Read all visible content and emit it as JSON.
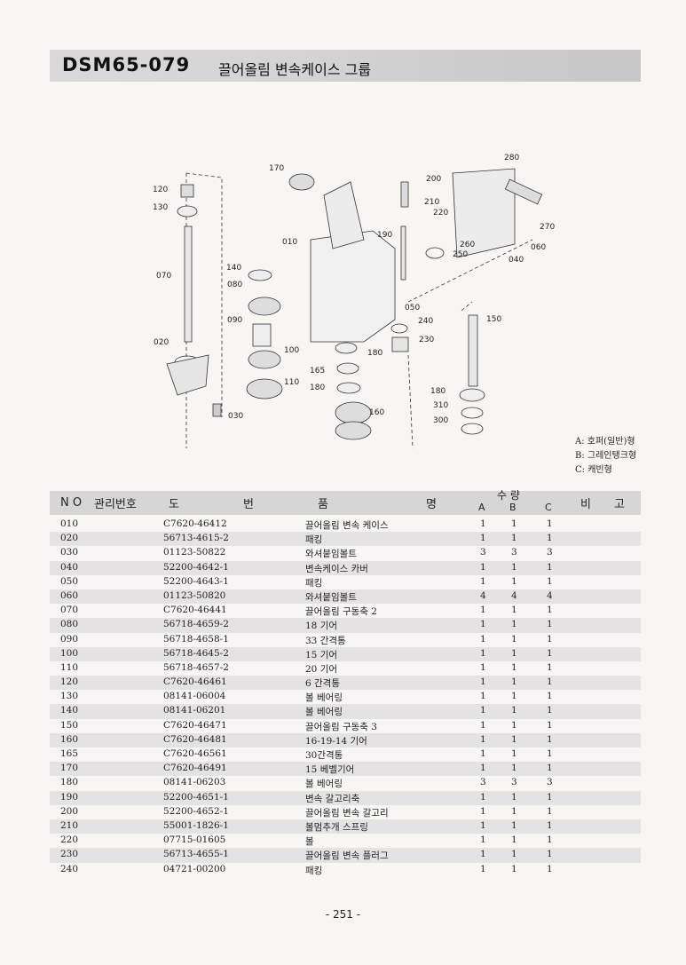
{
  "header": {
    "code": "DSM65-079",
    "title": "끌어올림 변속케이스 그룹"
  },
  "diagram": {
    "labels": [
      "280",
      "170",
      "200",
      "210",
      "220",
      "120",
      "130",
      "010",
      "190",
      "260",
      "250",
      "040",
      "060",
      "270",
      "140",
      "080",
      "070",
      "050",
      "240",
      "150",
      "090",
      "230",
      "100",
      "180",
      "165",
      "110",
      "180",
      "180",
      "310",
      "160",
      "020",
      "030",
      "300"
    ]
  },
  "legend": [
    "A: 호퍼(일반)형",
    "B: 그레인탱크형",
    "C: 캐빈형"
  ],
  "table": {
    "headers": {
      "no": "N O",
      "mgmt": "관리번호",
      "drawing_1": "도",
      "drawing_2": "번",
      "name_1": "품",
      "name_2": "명",
      "qty": "수  량",
      "a": "A",
      "b": "B",
      "c": "C",
      "remarks_1": "비",
      "remarks_2": "고"
    },
    "rows": [
      {
        "no": "010",
        "part": "C7620-46412",
        "name": "끌어올림 변속 케이스",
        "a": "1",
        "b": "1",
        "c": "1"
      },
      {
        "no": "020",
        "part": "56713-4615-2",
        "name": "패킹",
        "a": "1",
        "b": "1",
        "c": "1"
      },
      {
        "no": "030",
        "part": "01123-50822",
        "name": "와셔붙임볼트",
        "a": "3",
        "b": "3",
        "c": "3"
      },
      {
        "no": "040",
        "part": "52200-4642-1",
        "name": "변속케이스 카버",
        "a": "1",
        "b": "1",
        "c": "1"
      },
      {
        "no": "050",
        "part": "52200-4643-1",
        "name": "패킹",
        "a": "1",
        "b": "1",
        "c": "1"
      },
      {
        "no": "060",
        "part": "01123-50820",
        "name": "와셔붙임볼트",
        "a": "4",
        "b": "4",
        "c": "4"
      },
      {
        "no": "070",
        "part": "C7620-46441",
        "name": "끌어올림 구동축 2",
        "a": "1",
        "b": "1",
        "c": "1"
      },
      {
        "no": "080",
        "part": "56718-4659-2",
        "name": "18 기어",
        "a": "1",
        "b": "1",
        "c": "1"
      },
      {
        "no": "090",
        "part": "56718-4658-1",
        "name": "33 간격통",
        "a": "1",
        "b": "1",
        "c": "1"
      },
      {
        "no": "100",
        "part": "56718-4645-2",
        "name": "15 기어",
        "a": "1",
        "b": "1",
        "c": "1"
      },
      {
        "no": "110",
        "part": "56718-4657-2",
        "name": "20 기어",
        "a": "1",
        "b": "1",
        "c": "1"
      },
      {
        "no": "120",
        "part": "C7620-46461",
        "name": "6 간격통",
        "a": "1",
        "b": "1",
        "c": "1"
      },
      {
        "no": "130",
        "part": "08141-06004",
        "name": "볼 베어링",
        "a": "1",
        "b": "1",
        "c": "1"
      },
      {
        "no": "140",
        "part": "08141-06201",
        "name": "볼 베어링",
        "a": "1",
        "b": "1",
        "c": "1"
      },
      {
        "no": "150",
        "part": "C7620-46471",
        "name": "끌어올림 구동축 3",
        "a": "1",
        "b": "1",
        "c": "1"
      },
      {
        "no": "160",
        "part": "C7620-46481",
        "name": "16-19-14 기어",
        "a": "1",
        "b": "1",
        "c": "1"
      },
      {
        "no": "165",
        "part": "C7620-46561",
        "name": "30간격통",
        "a": "1",
        "b": "1",
        "c": "1"
      },
      {
        "no": "170",
        "part": "C7620-46491",
        "name": "15 베벨기어",
        "a": "1",
        "b": "1",
        "c": "1"
      },
      {
        "no": "180",
        "part": "08141-06203",
        "name": "볼 베어링",
        "a": "3",
        "b": "3",
        "c": "3"
      },
      {
        "no": "190",
        "part": "52200-4651-1",
        "name": "변속 갈고리축",
        "a": "1",
        "b": "1",
        "c": "1"
      },
      {
        "no": "200",
        "part": "52200-4652-1",
        "name": "끌어올림 변속 갈고리",
        "a": "1",
        "b": "1",
        "c": "1"
      },
      {
        "no": "210",
        "part": "55001-1826-1",
        "name": "볼멈추개 스프링",
        "a": "1",
        "b": "1",
        "c": "1"
      },
      {
        "no": "220",
        "part": "07715-01605",
        "name": "볼",
        "a": "1",
        "b": "1",
        "c": "1"
      },
      {
        "no": "230",
        "part": "56713-4655-1",
        "name": "끌어올림 변속 플러그",
        "a": "1",
        "b": "1",
        "c": "1"
      },
      {
        "no": "240",
        "part": "04721-00200",
        "name": "패킹",
        "a": "1",
        "b": "1",
        "c": "1"
      }
    ]
  },
  "page_number": "- 251 -"
}
